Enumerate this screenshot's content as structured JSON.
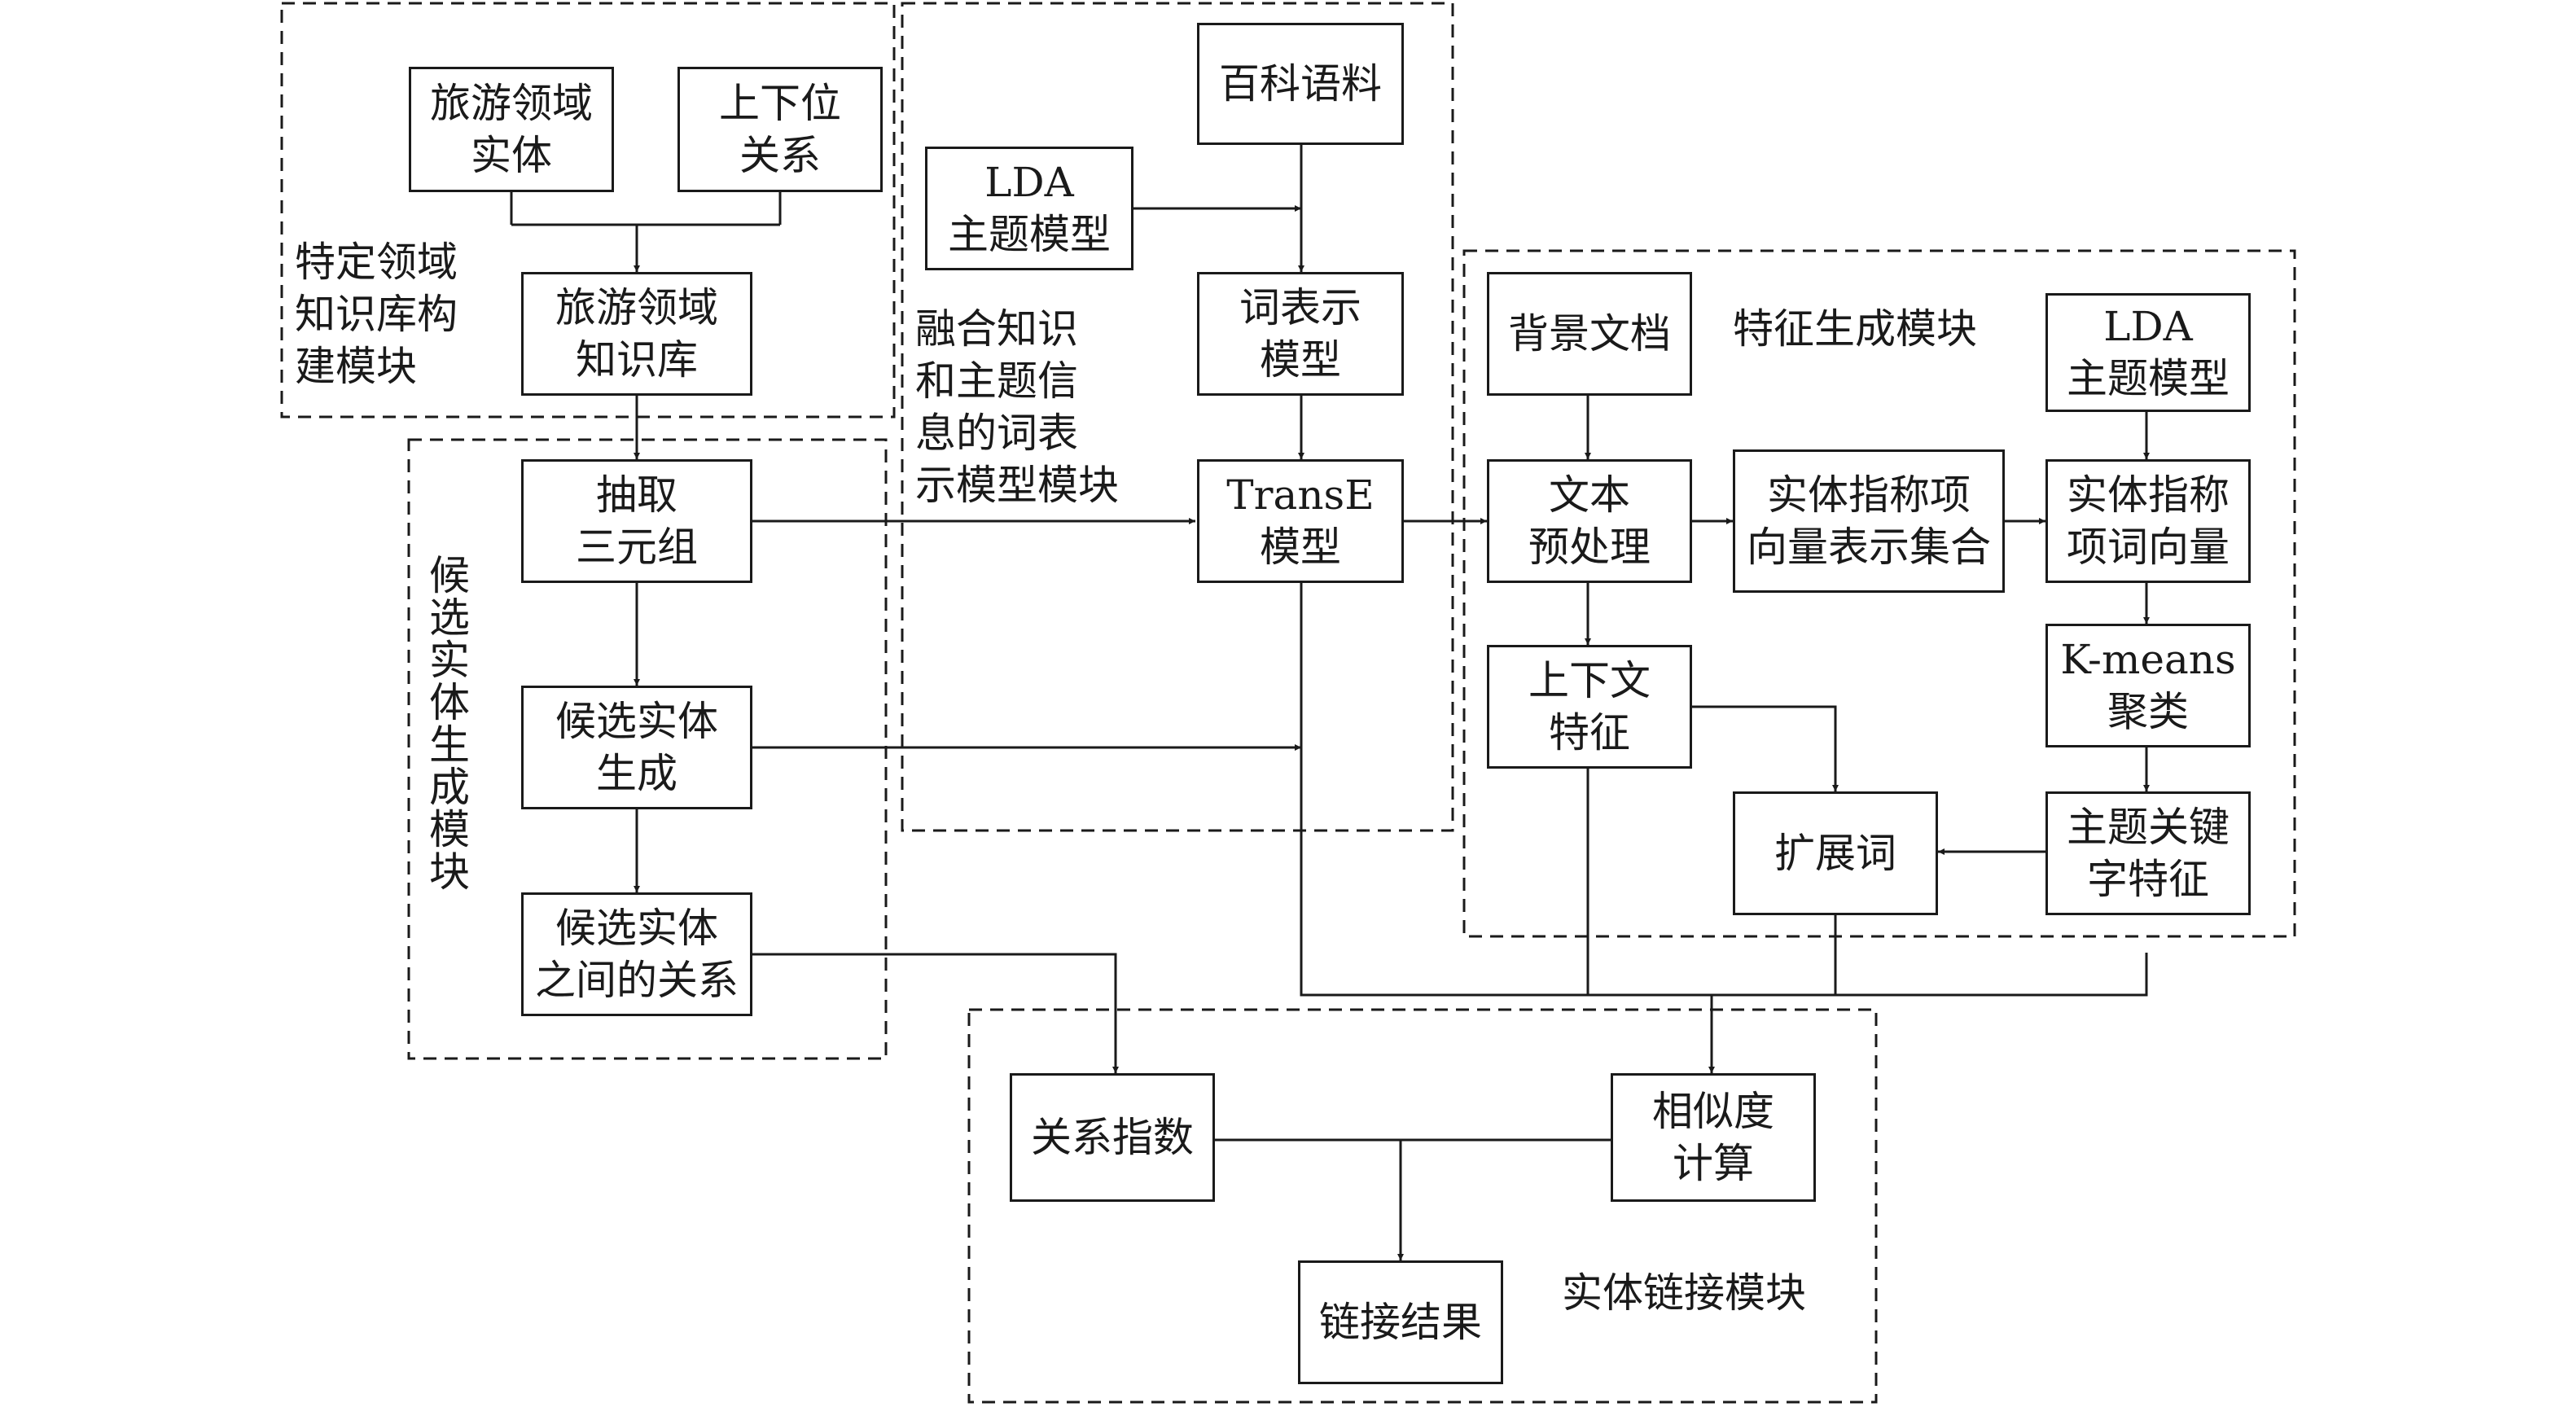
{
  "modules": {
    "kb_build": "特定领域\n知识库构\n建模块",
    "candidate_gen": "候选实体生成模块",
    "word_repr": "融合知识\n和主题信\n息的词表\n示模型模块",
    "feature_gen": "特征生成模块",
    "entity_link": "实体链接模块"
  },
  "nodes": {
    "tourism_entity": "旅游领域\n实体",
    "hypernym": "上下位\n关系",
    "tourism_kb": "旅游领域\n知识库",
    "extract_triples": "抽取\n三元组",
    "candidate_entity_gen": "候选实体\n生成",
    "candidate_relations": "候选实体\n之间的关系",
    "encyclopedia": "百科语料",
    "lda_left": "LDA\n主题模型",
    "word_model": "词表示\n模型",
    "transe": "TransE\n模型",
    "background_doc": "背景文档",
    "lda_right": "LDA\n主题模型",
    "text_preprocess": "文本\n预处理",
    "mention_vec_set": "实体指称项\n向量表示集合",
    "mention_word_vec": "实体指称\n项词向量",
    "context_feature": "上下文\n特征",
    "kmeans": "K-means\n聚类",
    "expand_words": "扩展词",
    "topic_keyword": "主题关键\n字特征",
    "relation_index": "关系指数",
    "similarity": "相似度\n计算",
    "link_result": "链接结果"
  }
}
